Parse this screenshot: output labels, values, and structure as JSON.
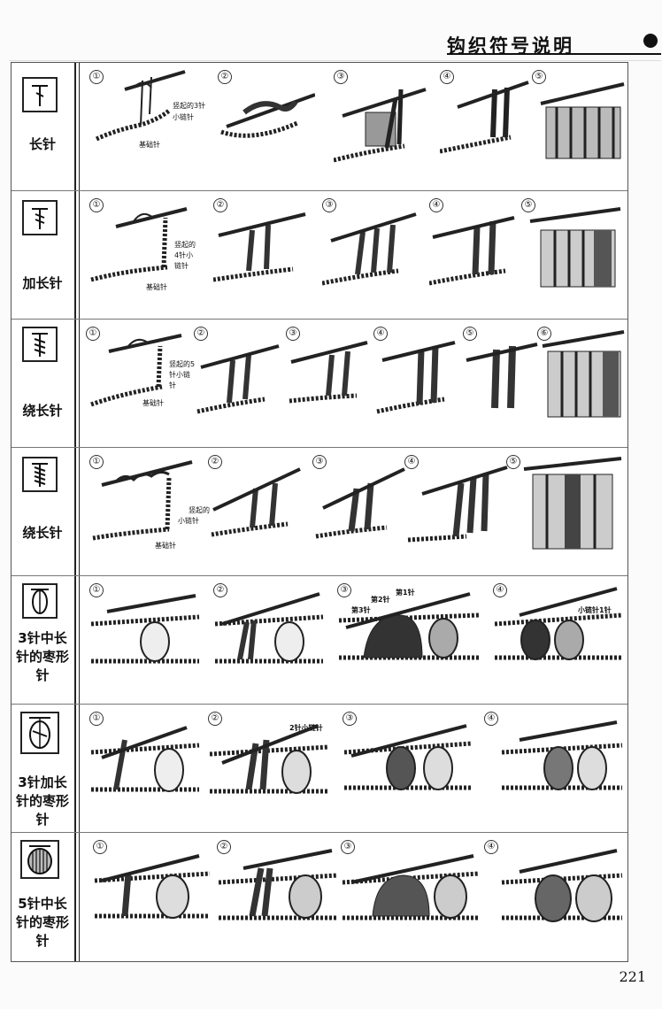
{
  "page": {
    "title": "钩织符号说明",
    "page_number": "221"
  },
  "rows": [
    {
      "label": "长针",
      "symbol_icon": "treble-crochet-symbol-icon",
      "steps": [
        "①",
        "②",
        "③",
        "④",
        "⑤"
      ],
      "notes": [
        {
          "step": 0,
          "text": "竖起的3针"
        },
        {
          "step": 0,
          "text": "小链针"
        },
        {
          "step": 0,
          "text": "基础针"
        }
      ]
    },
    {
      "label": "加长针",
      "symbol_icon": "long-treble-symbol-icon",
      "steps": [
        "①",
        "②",
        "③",
        "④",
        "⑤"
      ],
      "notes": [
        {
          "step": 0,
          "text": "竖起的"
        },
        {
          "step": 0,
          "text": "4针小"
        },
        {
          "step": 0,
          "text": "链针"
        },
        {
          "step": 0,
          "text": "基础针"
        }
      ]
    },
    {
      "label": "绕长针",
      "symbol_icon": "double-wrap-symbol-icon",
      "steps": [
        "①",
        "②",
        "③",
        "④",
        "⑤",
        "⑥"
      ],
      "notes": [
        {
          "step": 0,
          "text": "竖起的5"
        },
        {
          "step": 0,
          "text": "针小链"
        },
        {
          "step": 0,
          "text": "针"
        },
        {
          "step": 0,
          "text": "基础针"
        }
      ]
    },
    {
      "label": "绕长针",
      "symbol_icon": "triple-wrap-symbol-icon",
      "steps": [
        "①",
        "②",
        "③",
        "④",
        "⑤"
      ],
      "notes": [
        {
          "step": 0,
          "text": "竖起的"
        },
        {
          "step": 0,
          "text": "小链针"
        },
        {
          "step": 0,
          "text": "基础针"
        }
      ]
    },
    {
      "label": "3针中长针的枣形针",
      "label_lines": [
        "3针中长",
        "针的枣形",
        "针"
      ],
      "symbol_icon": "puff-3-symbol-icon",
      "steps": [
        "①",
        "②",
        "③",
        "④"
      ],
      "notes": [
        {
          "step": 2,
          "text": "第3针"
        },
        {
          "step": 2,
          "text": "第2针"
        },
        {
          "step": 2,
          "text": "第1针"
        },
        {
          "step": 3,
          "text": "小链针1针"
        }
      ]
    },
    {
      "label": "3针加长针的枣形针",
      "label_lines": [
        "3针加长",
        "针的枣形",
        "针"
      ],
      "symbol_icon": "puff-3-long-symbol-icon",
      "steps": [
        "①",
        "②",
        "③",
        "④"
      ],
      "notes": [
        {
          "step": 1,
          "text": "2针小链针"
        }
      ]
    },
    {
      "label": "5针中长针的枣形针",
      "label_lines": [
        "5针中长",
        "针的枣形",
        "针"
      ],
      "symbol_icon": "puff-5-symbol-icon",
      "steps": [
        "①",
        "②",
        "③",
        "④"
      ],
      "notes": []
    }
  ]
}
